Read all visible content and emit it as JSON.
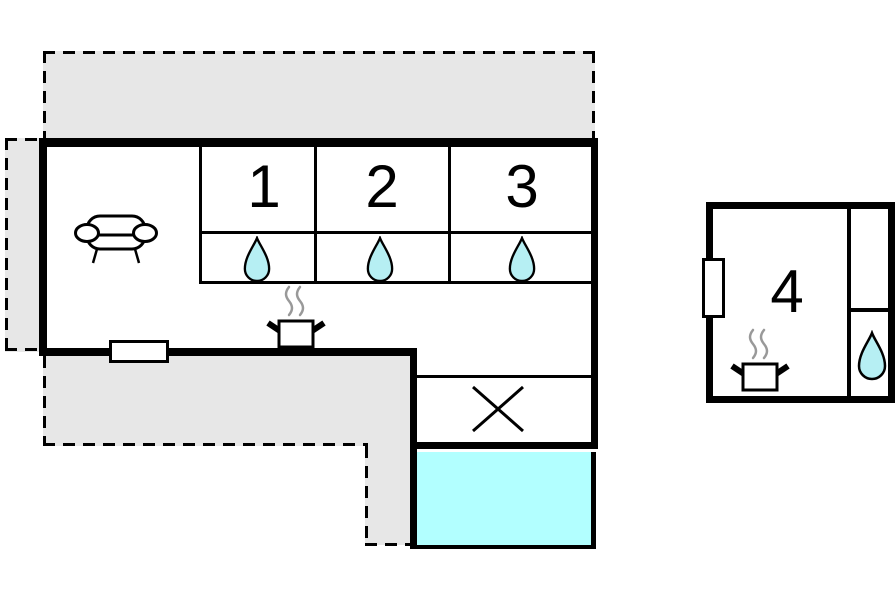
{
  "colors": {
    "background": "#ffffff",
    "wall": "#000000",
    "terrace_fill": "#e7e7e7",
    "drop_fill": "#b6eff3",
    "pool_fill": "#b2ffff",
    "steam": "#999999"
  },
  "rooms": {
    "room1": {
      "label": "1"
    },
    "room2": {
      "label": "2"
    },
    "room3": {
      "label": "3"
    },
    "room4": {
      "label": "4"
    }
  },
  "icons": {
    "sofa": "sofa-icon",
    "stove": "stove-icon",
    "water_drop": "water-drop-icon",
    "cross": "cross-icon",
    "window": "window-marker",
    "pool": "pool-area",
    "terrace": "terrace-area"
  }
}
